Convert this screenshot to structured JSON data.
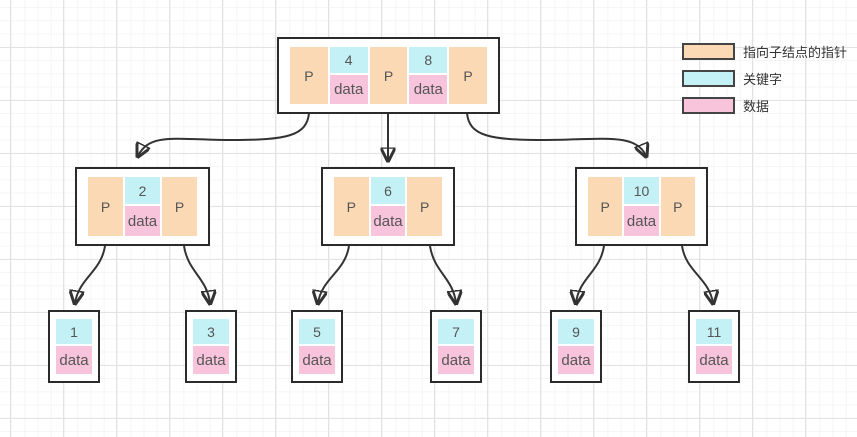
{
  "colors": {
    "pointer": "#FBD9B4",
    "key": "#C4F1F5",
    "data": "#F8C4DB",
    "line": "#333333",
    "border": "#2b2b2b",
    "text": "#555555",
    "legendtext": "#333333"
  },
  "legend": {
    "items": [
      {
        "swatch": "pointer-swatch",
        "label": "指向子结点的指针"
      },
      {
        "swatch": "key-swatch",
        "label": "关键字"
      },
      {
        "swatch": "data-swatch",
        "label": "数据"
      }
    ]
  },
  "nodes": {
    "root": {
      "p": "P",
      "entries": [
        {
          "key": "4",
          "data": "data"
        },
        {
          "key": "8",
          "data": "data"
        }
      ]
    },
    "internal": [
      {
        "p": "P",
        "key": "2",
        "data": "data"
      },
      {
        "p": "P",
        "key": "6",
        "data": "data"
      },
      {
        "p": "P",
        "key": "10",
        "data": "data"
      }
    ],
    "leaves": [
      {
        "key": "1",
        "data": "data"
      },
      {
        "key": "3",
        "data": "data"
      },
      {
        "key": "5",
        "data": "data"
      },
      {
        "key": "7",
        "data": "data"
      },
      {
        "key": "9",
        "data": "data"
      },
      {
        "key": "11",
        "data": "data"
      }
    ]
  }
}
